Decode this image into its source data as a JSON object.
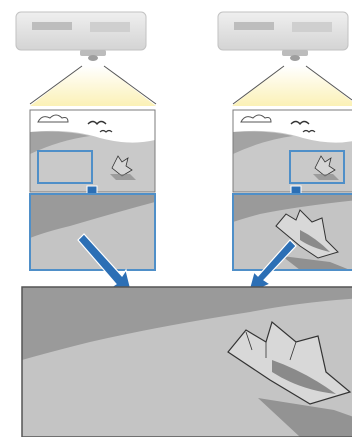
{
  "diagram": {
    "description_free": true,
    "projectors": [
      {
        "side": "left",
        "highlight_area": "lower-left",
        "zoom_shows": "empty-sand"
      },
      {
        "side": "right",
        "highlight_area": "lower-right",
        "zoom_shows": "seashell"
      }
    ],
    "colors": {
      "highlight_frame": "#4f8fc8",
      "arrow": "#2c6fb5",
      "light_beam": "#fdf5c5",
      "sand_light": "#c4c4c4",
      "sand_dark": "#9a9a9a",
      "sky": "#ffffff"
    },
    "icons": [
      "projector-icon",
      "light-beam",
      "seagull-icon",
      "cloud-icon",
      "seashell-icon",
      "down-arrow-icon",
      "diagonal-arrow-icon"
    ]
  }
}
